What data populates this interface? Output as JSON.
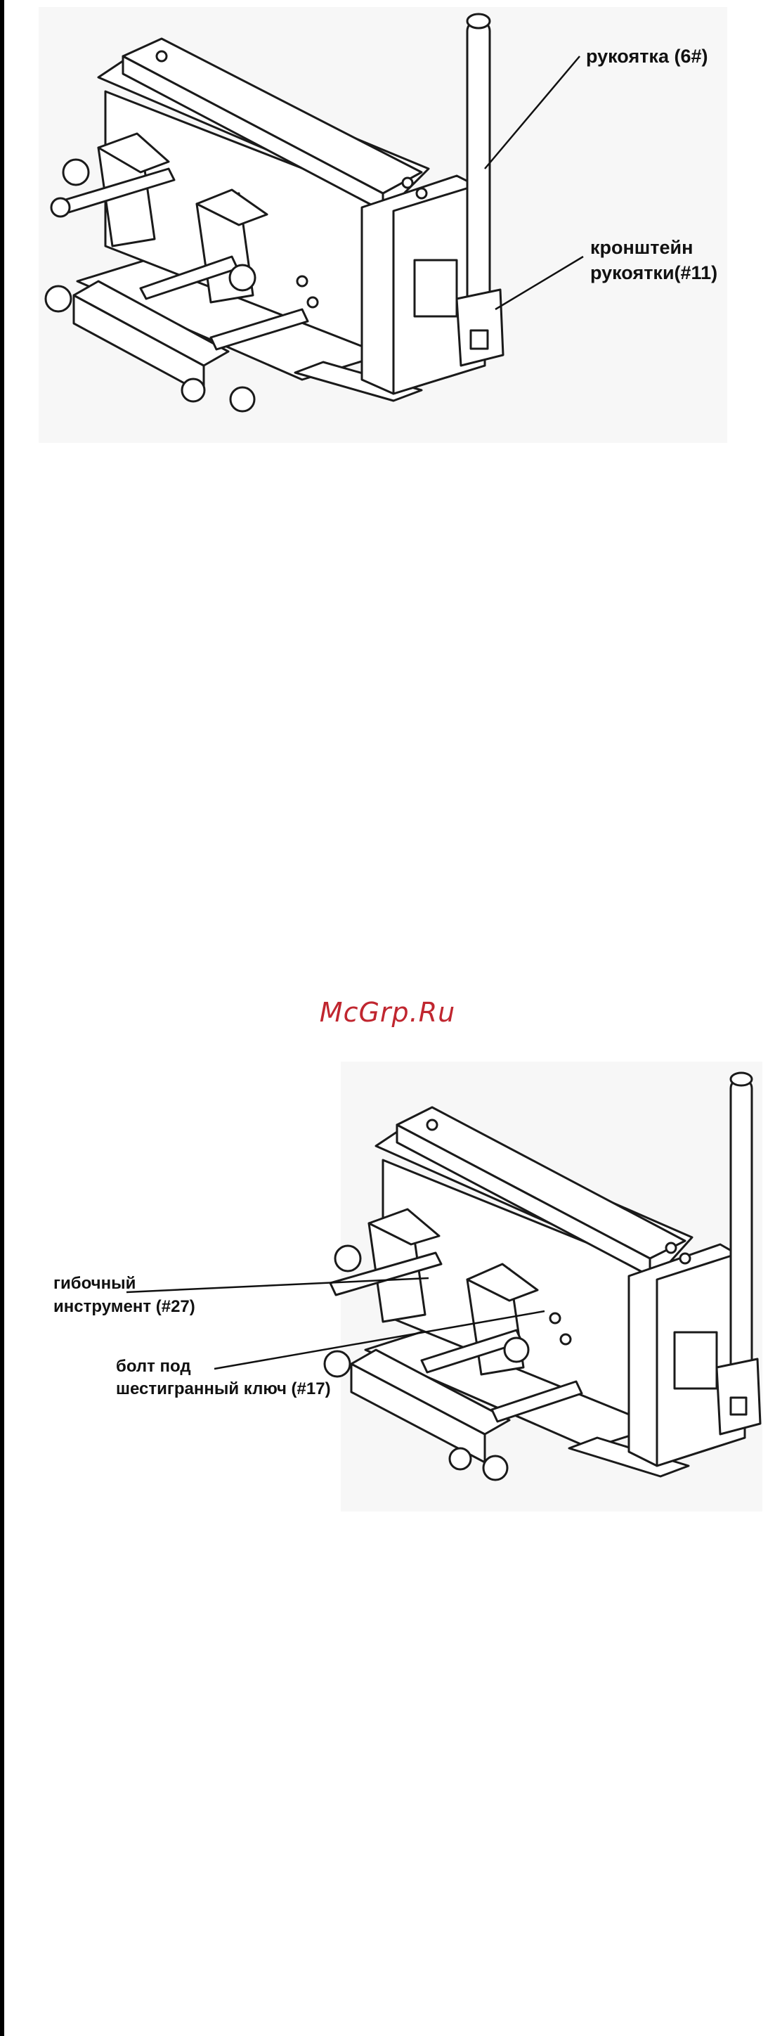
{
  "figure1": {
    "labels": {
      "handle": "рукоятка (6#)",
      "bracket_line1": "кронштейн",
      "bracket_line2": "рукоятки(#11)"
    }
  },
  "watermark": "McGrp.Ru",
  "figure2": {
    "labels": {
      "bending_tool_line1": "гибочный",
      "bending_tool_line2": "инструмент (#27)",
      "bolt_line1": "болт под",
      "bolt_line2": "шестигранный ключ (#17)"
    }
  }
}
